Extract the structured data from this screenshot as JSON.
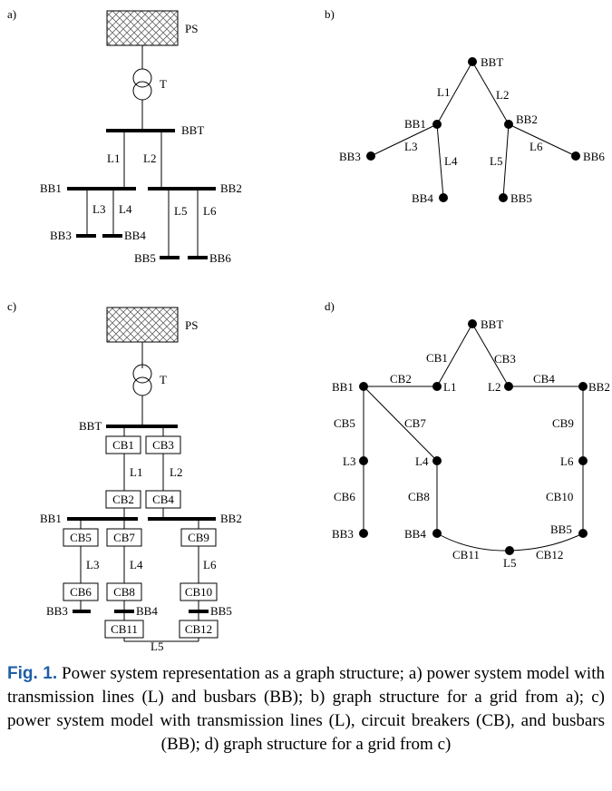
{
  "panels": {
    "a": {
      "tag": "a)",
      "labels": {
        "ps": "PS",
        "t": "T",
        "bbt": "BBT",
        "l1": "L1",
        "l2": "L2",
        "l3": "L3",
        "l4": "L4",
        "l5": "L5",
        "l6": "L6",
        "bb1": "BB1",
        "bb2": "BB2",
        "bb3": "BB3",
        "bb4": "BB4",
        "bb5": "BB5",
        "bb6": "BB6"
      }
    },
    "b": {
      "tag": "b)",
      "nodes": {
        "bbt": "BBT",
        "bb1": "BB1",
        "bb2": "BB2",
        "bb3": "BB3",
        "bb4": "BB4",
        "bb5": "BB5",
        "bb6": "BB6"
      },
      "edges": {
        "l1": "L1",
        "l2": "L2",
        "l3": "L3",
        "l4": "L4",
        "l5": "L5",
        "l6": "L6"
      }
    },
    "c": {
      "tag": "c)",
      "labels": {
        "ps": "PS",
        "t": "T",
        "bbt": "BBT",
        "cb1": "CB1",
        "cb2": "CB2",
        "cb3": "CB3",
        "cb4": "CB4",
        "cb5": "CB5",
        "cb6": "CB6",
        "cb7": "CB7",
        "cb8": "CB8",
        "cb9": "CB9",
        "cb10": "CB10",
        "cb11": "CB11",
        "cb12": "CB12",
        "l1": "L1",
        "l2": "L2",
        "l3": "L3",
        "l4": "L4",
        "l5": "L5",
        "l6": "L6",
        "bb1": "BB1",
        "bb2": "BB2",
        "bb3": "BB3",
        "bb4": "BB4",
        "bb5": "BB5"
      }
    },
    "d": {
      "tag": "d)",
      "nodes": {
        "bbt": "BBT",
        "bb1": "BB1",
        "l1": "L1",
        "l2": "L2",
        "bb2": "BB2",
        "l3": "L3",
        "l4": "L4",
        "l6": "L6",
        "bb3": "BB3",
        "bb4": "BB4",
        "bb5": "BB5",
        "l5": "L5"
      },
      "edges": {
        "cb1": "CB1",
        "cb2": "CB2",
        "cb3": "CB3",
        "cb4": "CB4",
        "cb5": "CB5",
        "cb6": "CB6",
        "cb7": "CB7",
        "cb8": "CB8",
        "cb9": "CB9",
        "cb10": "CB10",
        "cb11": "CB11",
        "cb12": "CB12"
      }
    }
  },
  "caption": {
    "lead": "Fig. 1.",
    "text": "Power system representation as a graph structure; a) power system model with transmission lines (L) and busbars (BB); b) graph structure for a grid from a); c) power system model with transmission lines (L), circuit breakers (CB), and busbars (BB); d) graph structure for a grid from c)"
  }
}
